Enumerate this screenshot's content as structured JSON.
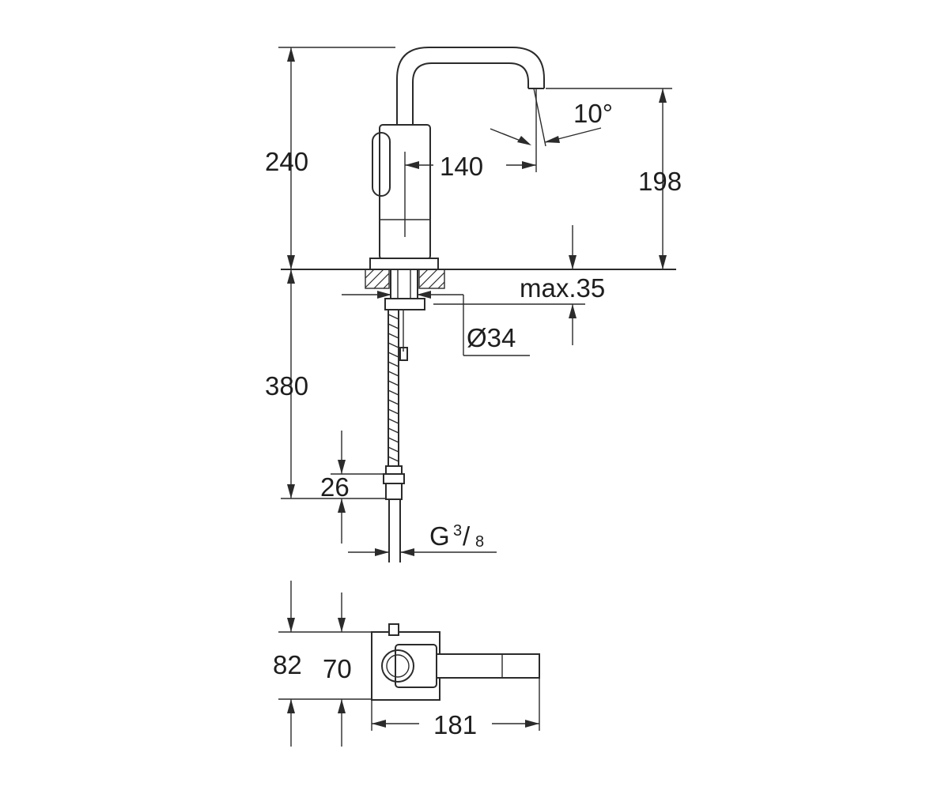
{
  "dimensions": {
    "total_height": "240",
    "spout_height": "198",
    "spout_angle": "10°",
    "reach": "140",
    "max_deck_thickness": "max.35",
    "hole_diameter": "Ø34",
    "hose_length": "380",
    "connector_length": "26",
    "thread_main": "G",
    "thread_numerator": "3",
    "thread_slash": "/",
    "thread_denominator": "8",
    "base_depth_outer": "82",
    "base_depth_inner": "70",
    "plan_length": "181"
  }
}
